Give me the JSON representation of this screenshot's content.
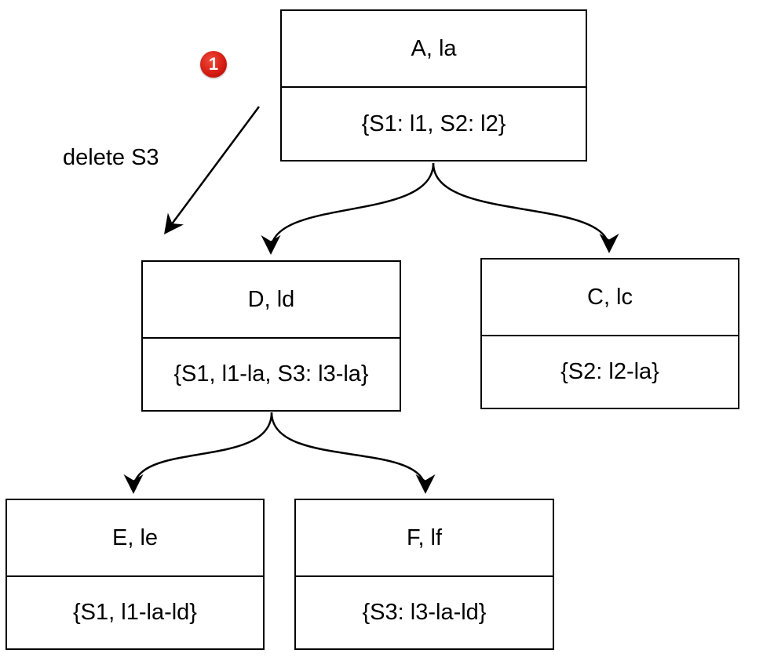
{
  "nodes": {
    "a": {
      "title": "A, la",
      "body": "{S1: l1, S2: l2}"
    },
    "d": {
      "title": "D, ld",
      "body": "{S1, l1-la, S3: l3-la}"
    },
    "c": {
      "title": "C, lc",
      "body": "{S2: l2-la}"
    },
    "e": {
      "title": "E, le",
      "body": "{S1, l1-la-ld}"
    },
    "f": {
      "title": "F, lf",
      "body": "{S3: l3-la-ld}"
    }
  },
  "annotation": {
    "step_number": "1",
    "text": "delete S3"
  }
}
